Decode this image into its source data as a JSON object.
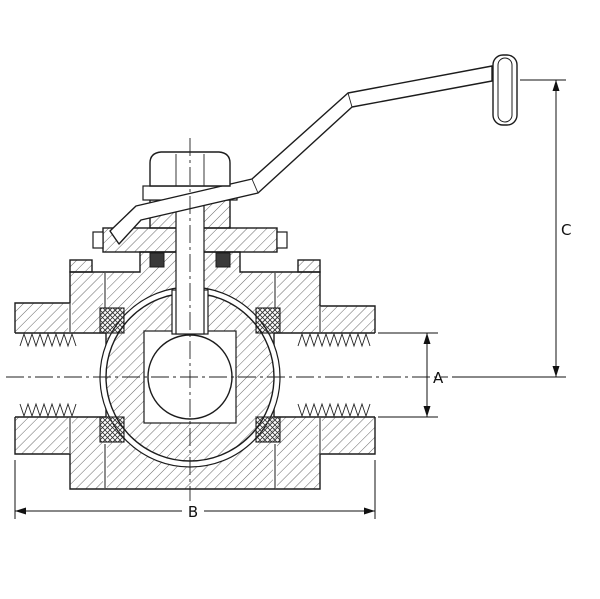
{
  "meta": {
    "background_color": "#ffffff",
    "line_color": "#1c1c1c",
    "drawing_type": "technical-section-drawing",
    "subject": "ball valve cross-section with lever handle"
  },
  "drawing": {
    "dimension_labels": {
      "a": "A",
      "b": "B",
      "c": "C"
    }
  }
}
